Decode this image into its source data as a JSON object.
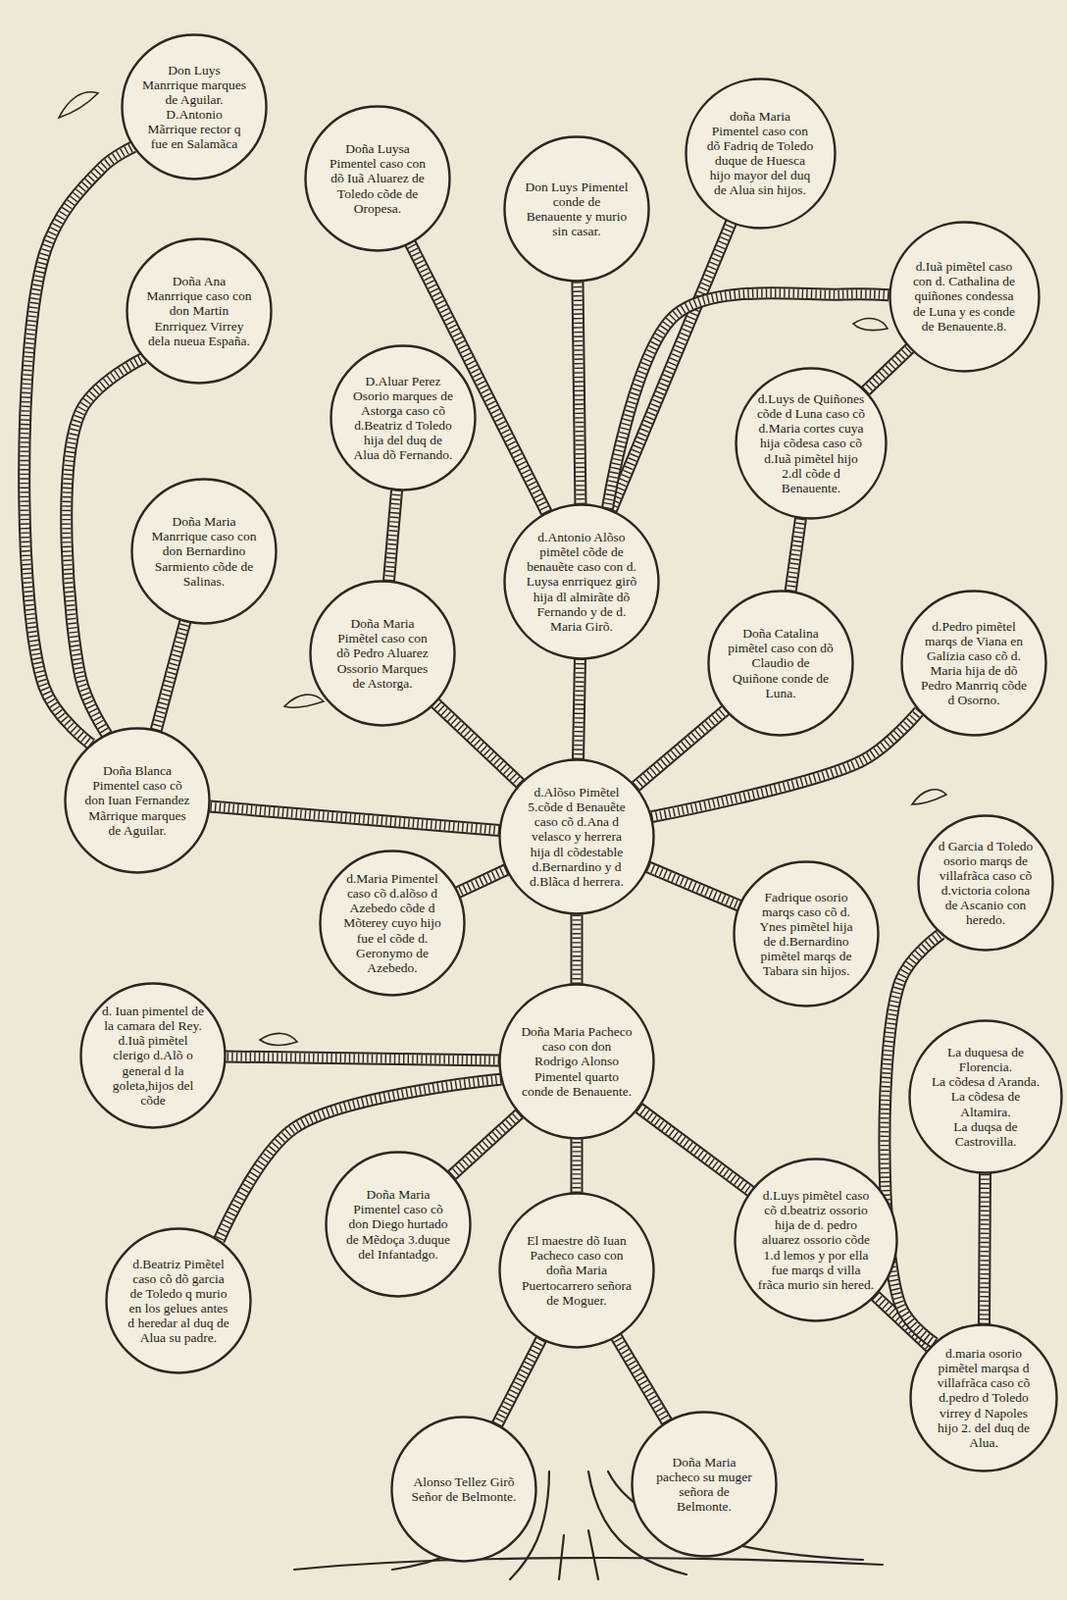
{
  "diagram": {
    "nodes": [
      {
        "text": [
          "Don Luys Manrrique marques de Aguilar.",
          "D.Antonio Mãrrique rector q fue en Salamãca"
        ]
      },
      {
        "text": [
          "Doña Luysa Pimentel caso con dõ Iuã Aluarez de Toledo cõde de Oropesa."
        ]
      },
      {
        "text": [
          "Don Luys Pimentel conde de Benauente y murio sin casar."
        ]
      },
      {
        "text": [
          "doña Maria Pimentel caso con dõ Fadriq de Toledo duque de Huesca hijo mayor del duq de Alua sin hijos."
        ]
      },
      {
        "text": [
          "d.Iuã pimẽtel caso con d. Cathalina de quiñones condessa de Luna y es conde de Benauente.8."
        ]
      },
      {
        "text": [
          "Doña Ana Manrrique caso con don Martin Enrriquez Virrey dela nueua España."
        ]
      },
      {
        "text": [
          "D.Aluar Perez Osorio marques de Astorga caso cõ d.Beatriz d Toledo hija del duq de Alua dõ Fernando."
        ]
      },
      {
        "text": [
          "d.Luys de Quiñones cõde d Luna caso cõ d.Maria cortes cuya hija cõdesa caso cõ d.Iuã pimẽtel hijo 2.dl cõde d Benauente."
        ]
      },
      {
        "text": [
          "Doña Maria Manrrique caso con don Bernardino Sarmiento cõde de Salinas."
        ]
      },
      {
        "text": [
          "d.Antonio Alõso pimẽtel cõde de benauẽte caso con d. Luysa enrriquez girõ hija dl almirãte dõ Fernando y de d. Maria Girõ."
        ]
      },
      {
        "text": [
          "Doña Maria Pimẽtel caso con dõ Pedro Aluarez Ossorio Marques de Astorga."
        ]
      },
      {
        "text": [
          "Doña Catalina pimẽtel caso con dõ Claudio de Quiñone conde de Luna."
        ]
      },
      {
        "text": [
          "d.Pedro pimẽtel marqs de Viana en Galizia caso cõ d. Maria hija de dõ Pedro Manrriq cõde d Osorno."
        ]
      },
      {
        "text": [
          "Doña Blanca Pimentel caso cõ don Iuan Fernandez Mãrrique marques de Aguilar."
        ]
      },
      {
        "text": [
          "d.Alõso Pimẽtel 5.cõde d Benauẽte caso cõ d.Ana d velasco y herrera hija dl cõdestable d.Bernardino y d d.Blãca d herrera."
        ]
      },
      {
        "text": [
          "d Garcia d Toledo osorio marqs de villafrãca caso cõ d.victoria colona de Ascanio con heredo."
        ]
      },
      {
        "text": [
          "d.Maria Pimentel caso cõ d.alõso d Azebedo cõde d Mõterey cuyo hijo fue el cõde d. Geronymo de Azebedo."
        ]
      },
      {
        "text": [
          "Fadrique osorio marqs caso cõ d. Ynes pimẽtel hija de d.Bernardino pimẽtel marqs de Tabara sin hijos."
        ]
      },
      {
        "text": [
          "d. Iuan pimentel de la camara del Rey. d.Iuã pimẽtel clerigo d.Alõ o general d la goleta,hijos del cõde"
        ]
      },
      {
        "text": [
          "Doña Maria Pacheco caso con don Rodrigo Alonso Pimentel quarto conde de Benauente."
        ]
      },
      {
        "text": [
          "La duquesa de Florencia.",
          "La cõdesa d Aranda.",
          "La cõdesa de Altamira.",
          "La duqsa de Castrovilla."
        ]
      },
      {
        "text": [
          "Doña Maria Pimentel caso cõ don Diego hurtado de Mẽdoça 3.duque del Infantadgo."
        ]
      },
      {
        "text": [
          "d.Luys pimẽtel caso cõ d.beatriz ossorio hija de d. pedro aluarez ossorio cõde 1.d lemos y por ella fue marqs d villa frãca murio sin hered."
        ]
      },
      {
        "text": [
          "d.Beatriz Pimẽtel caso cõ dõ garcia de Toledo q murio en los gelues antes d heredar al duq de Alua su padre."
        ]
      },
      {
        "text": [
          "El maestre dõ Iuan Pacheco caso con doña Maria Puertocarrero señora de Moguer."
        ]
      },
      {
        "text": [
          "d.maria osorio pimẽtel marqsa d villafrãca caso cõ d.pedro d Toledo virrey d Napoles hijo 2. del duq de Alua."
        ]
      },
      {
        "text": [
          "Alonso Tellez Girõ Señor de Belmonte."
        ]
      },
      {
        "text": [
          "Doña Maria pacheco su muger señora de Belmonte."
        ]
      }
    ],
    "edges": [
      {
        "from": 26,
        "to": 24,
        "arrow": "none"
      },
      {
        "from": 27,
        "to": 24,
        "arrow": "none"
      },
      {
        "from": 24,
        "to": 19,
        "arrow": "none"
      },
      {
        "from": 19,
        "to": 14,
        "arrow": "none"
      },
      {
        "from": 19,
        "to": 21,
        "arrow": "none"
      },
      {
        "from": 19,
        "to": 23,
        "arrow": "none"
      },
      {
        "from": 19,
        "to": 18,
        "arrow": "none"
      },
      {
        "from": 19,
        "to": 22,
        "arrow": "none"
      },
      {
        "from": 22,
        "to": 25,
        "arrow": "none"
      },
      {
        "from": 25,
        "to": 15,
        "arrow": "none"
      },
      {
        "from": 25,
        "to": 20,
        "arrow": "none"
      },
      {
        "from": 14,
        "to": 9,
        "arrow": "none"
      },
      {
        "from": 14,
        "to": 10,
        "arrow": "none"
      },
      {
        "from": 14,
        "to": 13,
        "arrow": "none"
      },
      {
        "from": 14,
        "to": 16,
        "arrow": "none"
      },
      {
        "from": 14,
        "to": 11,
        "arrow": "none"
      },
      {
        "from": 14,
        "to": 12,
        "arrow": "none"
      },
      {
        "from": 14,
        "to": 17,
        "arrow": "none"
      },
      {
        "from": 13,
        "to": 8,
        "arrow": "none"
      },
      {
        "from": 13,
        "to": 5,
        "arrow": "none"
      },
      {
        "from": 13,
        "to": 0,
        "arrow": "none"
      },
      {
        "from": 10,
        "to": 6,
        "arrow": "none"
      },
      {
        "from": 9,
        "to": 1,
        "arrow": "none"
      },
      {
        "from": 9,
        "to": 2,
        "arrow": "none"
      },
      {
        "from": 9,
        "to": 3,
        "arrow": "none"
      },
      {
        "from": 9,
        "to": 4,
        "arrow": "none"
      },
      {
        "from": 11,
        "to": 7,
        "arrow": "none"
      },
      {
        "from": 7,
        "to": 4,
        "arrow": "none"
      }
    ]
  }
}
